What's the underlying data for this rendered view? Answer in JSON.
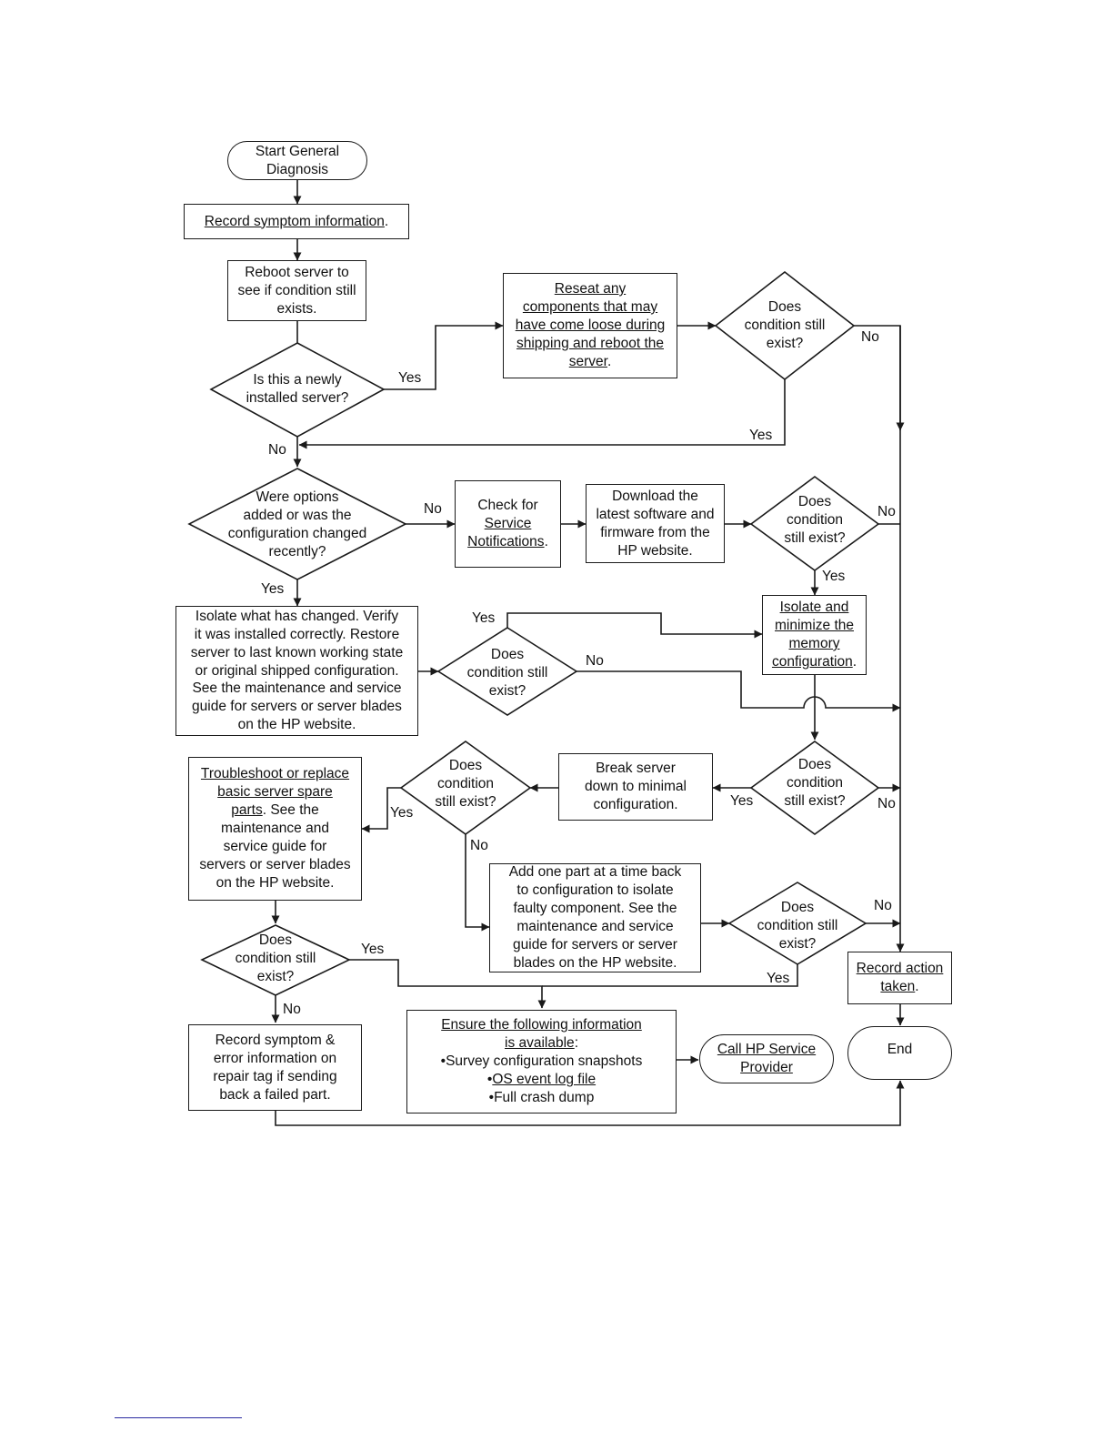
{
  "start": {
    "line1": "Start General",
    "line2": "Diagnosis"
  },
  "record_symptom": {
    "text": "Record symptom information",
    "suffix": "."
  },
  "reboot": {
    "line1": "Reboot server to",
    "line2": "see if condition still",
    "line3": "exists."
  },
  "newly_installed": {
    "line1": "Is this a newly",
    "line2": "installed server?"
  },
  "reseat": {
    "line1": "Reseat any",
    "line2": "components that may",
    "line3": "have come loose during",
    "line4": "shipping and reboot the",
    "line5": "server",
    "suffix": "."
  },
  "d_reseat": {
    "line1": "Does",
    "line2": "condition still",
    "line3": "exist?"
  },
  "options_changed": {
    "line1": "Were options",
    "line2": "added or was the",
    "line3": "configuration changed",
    "line4": "recently?"
  },
  "check_notifications": {
    "line1": "Check for",
    "line2": "Service",
    "line3": "Notifications",
    "suffix": "."
  },
  "download": {
    "line1": "Download the",
    "line2": "latest software and",
    "line3": "firmware from the",
    "line4": "HP website."
  },
  "d_download": {
    "line1": "Does",
    "line2": "condition",
    "line3": "still exist?"
  },
  "isolate_changed": {
    "line1": "Isolate what has changed. Verify",
    "line2": "it was installed correctly. Restore",
    "line3": "server to last known working state",
    "line4": "or original shipped configuration.",
    "line5": "See the maintenance and service",
    "line6": "guide for servers or server blades",
    "line7": "on the HP website."
  },
  "d_isolate": {
    "line1": "Does",
    "line2": "condition still",
    "line3": "exist?"
  },
  "memory": {
    "line1": "Isolate and",
    "line2": "minimize the",
    "line3": "memory",
    "line4": "configuration",
    "suffix": "."
  },
  "d_memory": {
    "line1": "Does",
    "line2": "condition",
    "line3": "still exist?"
  },
  "break_server": {
    "line1": "Break server",
    "line2": "down to minimal",
    "line3": "configuration."
  },
  "d_break": {
    "line1": "Does",
    "line2": "condition",
    "line3": "still exist?"
  },
  "troubleshoot": {
    "line1": "Troubleshoot or replace",
    "line2": "basic server spare",
    "line3_u": "parts",
    "line3_rest": ". See the",
    "line4": "maintenance and",
    "line5": "service guide for",
    "line6": "servers or server blades",
    "line7": "on the HP website."
  },
  "add_part": {
    "line1": "Add one part at a time back",
    "line2": "to configuration to isolate",
    "line3": "faulty component. See the",
    "line4": "maintenance and service",
    "line5": "guide for servers or server",
    "line6": "blades on the HP website."
  },
  "d_addpart": {
    "line1": "Does",
    "line2": "condition still",
    "line3": "exist?"
  },
  "d_trouble": {
    "line1": "Does",
    "line2": "condition still",
    "line3": "exist?"
  },
  "record_action": {
    "line1": "Record action",
    "line2": "taken",
    "suffix": "."
  },
  "record_error": {
    "line1": "Record symptom &",
    "line2": "error information on",
    "line3": "repair tag if sending",
    "line4": "back a failed part."
  },
  "ensure_info": {
    "line1": "Ensure the following information",
    "line2": "is available",
    "line2_suffix": ":",
    "bullet1": "•Survey configuration snapshots",
    "bullet2_prefix": "•",
    "bullet2": "OS event log file",
    "bullet3": "•Full crash dump"
  },
  "call_hp": {
    "line1": "Call HP Service",
    "line2": "Provider"
  },
  "end": {
    "text": "End"
  },
  "labels": {
    "yes": "Yes",
    "no": "No"
  },
  "colors": {
    "line": "#1a1a1a",
    "background": "#ffffff",
    "footnote_rule": "#2a2aa0"
  }
}
